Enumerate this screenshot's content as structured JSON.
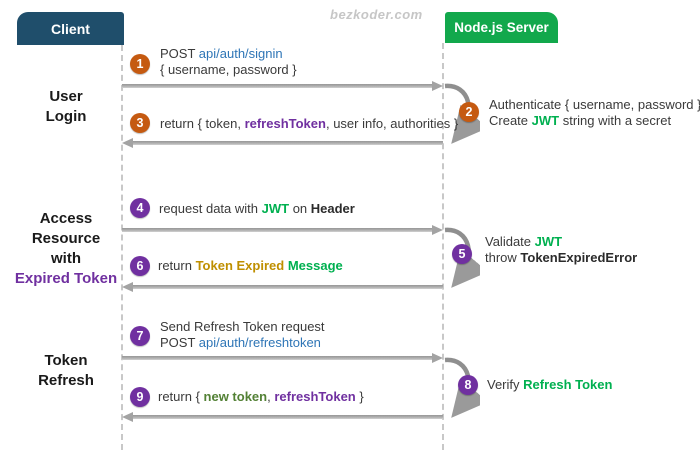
{
  "watermark": "bezkoder.com",
  "actors": {
    "client": "Client",
    "server": "Node.js Server"
  },
  "colors": {
    "client": "#1F4E6B",
    "server": "#12A84C",
    "orange": "#C55A11",
    "purple": "#7030A0",
    "link": "#2E75B6",
    "green": "#00B050",
    "olive": "#BF8F00",
    "darkgreen": "#538135",
    "arrow": "#A6A6A6"
  },
  "stages": [
    {
      "name": "user-login",
      "lines": [
        [
          {
            "t": "User",
            "s": "label"
          }
        ],
        [
          {
            "t": "Login",
            "s": "label"
          }
        ]
      ]
    },
    {
      "name": "access-resource-expired-token",
      "lines": [
        [
          {
            "t": "Access",
            "s": "label"
          }
        ],
        [
          {
            "t": "Resource",
            "s": "label"
          }
        ],
        [
          {
            "t": "with",
            "s": "label"
          }
        ],
        [
          {
            "t": "Expired Token",
            "s": "label-purple"
          }
        ]
      ]
    },
    {
      "name": "token-refresh",
      "lines": [
        [
          {
            "t": "Token",
            "s": "label"
          }
        ],
        [
          {
            "t": "Refresh",
            "s": "label"
          }
        ]
      ]
    }
  ],
  "messages": [
    {
      "num": "1",
      "lines": [
        [
          {
            "t": "POST ",
            "s": "plain"
          },
          {
            "t": "api/auth/signin",
            "s": "link"
          }
        ],
        [
          {
            "t": "{ username, password }",
            "s": "plain"
          }
        ]
      ]
    },
    {
      "num": "2",
      "lines": [
        [
          {
            "t": "Authenticate { username, password }",
            "s": "plain"
          }
        ],
        [
          {
            "t": "Create ",
            "s": "plain"
          },
          {
            "t": "JWT",
            "s": "green"
          },
          {
            "t": " string with a secret",
            "s": "plain"
          }
        ]
      ]
    },
    {
      "num": "3",
      "lines": [
        [
          {
            "t": "return { token, ",
            "s": "plain"
          },
          {
            "t": "refreshToken",
            "s": "purple"
          },
          {
            "t": ", user info, authorities }",
            "s": "plain"
          }
        ]
      ]
    },
    {
      "num": "4",
      "lines": [
        [
          {
            "t": "request data with ",
            "s": "plain"
          },
          {
            "t": "JWT",
            "s": "green"
          },
          {
            "t": " on ",
            "s": "plain"
          },
          {
            "t": "Header",
            "s": "bold"
          }
        ]
      ]
    },
    {
      "num": "5",
      "lines": [
        [
          {
            "t": "Validate ",
            "s": "plain"
          },
          {
            "t": "JWT",
            "s": "green"
          }
        ],
        [
          {
            "t": "throw ",
            "s": "plain"
          },
          {
            "t": "TokenExpiredError",
            "s": "bold"
          }
        ]
      ]
    },
    {
      "num": "6",
      "lines": [
        [
          {
            "t": "return ",
            "s": "plain"
          },
          {
            "t": "Token Expired",
            "s": "olive"
          },
          {
            "t": " ",
            "s": "plain"
          },
          {
            "t": "Message",
            "s": "green"
          }
        ]
      ]
    },
    {
      "num": "7",
      "lines": [
        [
          {
            "t": "Send Refresh Token request",
            "s": "plain"
          }
        ],
        [
          {
            "t": "POST ",
            "s": "plain"
          },
          {
            "t": "api/auth/refreshtoken",
            "s": "link"
          }
        ]
      ]
    },
    {
      "num": "8",
      "lines": [
        [
          {
            "t": "Verify ",
            "s": "plain"
          },
          {
            "t": "Refresh Token",
            "s": "green"
          }
        ]
      ]
    },
    {
      "num": "9",
      "lines": [
        [
          {
            "t": "return { ",
            "s": "plain"
          },
          {
            "t": "new token",
            "s": "darkgreen"
          },
          {
            "t": ", ",
            "s": "plain"
          },
          {
            "t": "refreshToken",
            "s": "purple"
          },
          {
            "t": " }",
            "s": "plain"
          }
        ]
      ]
    }
  ]
}
